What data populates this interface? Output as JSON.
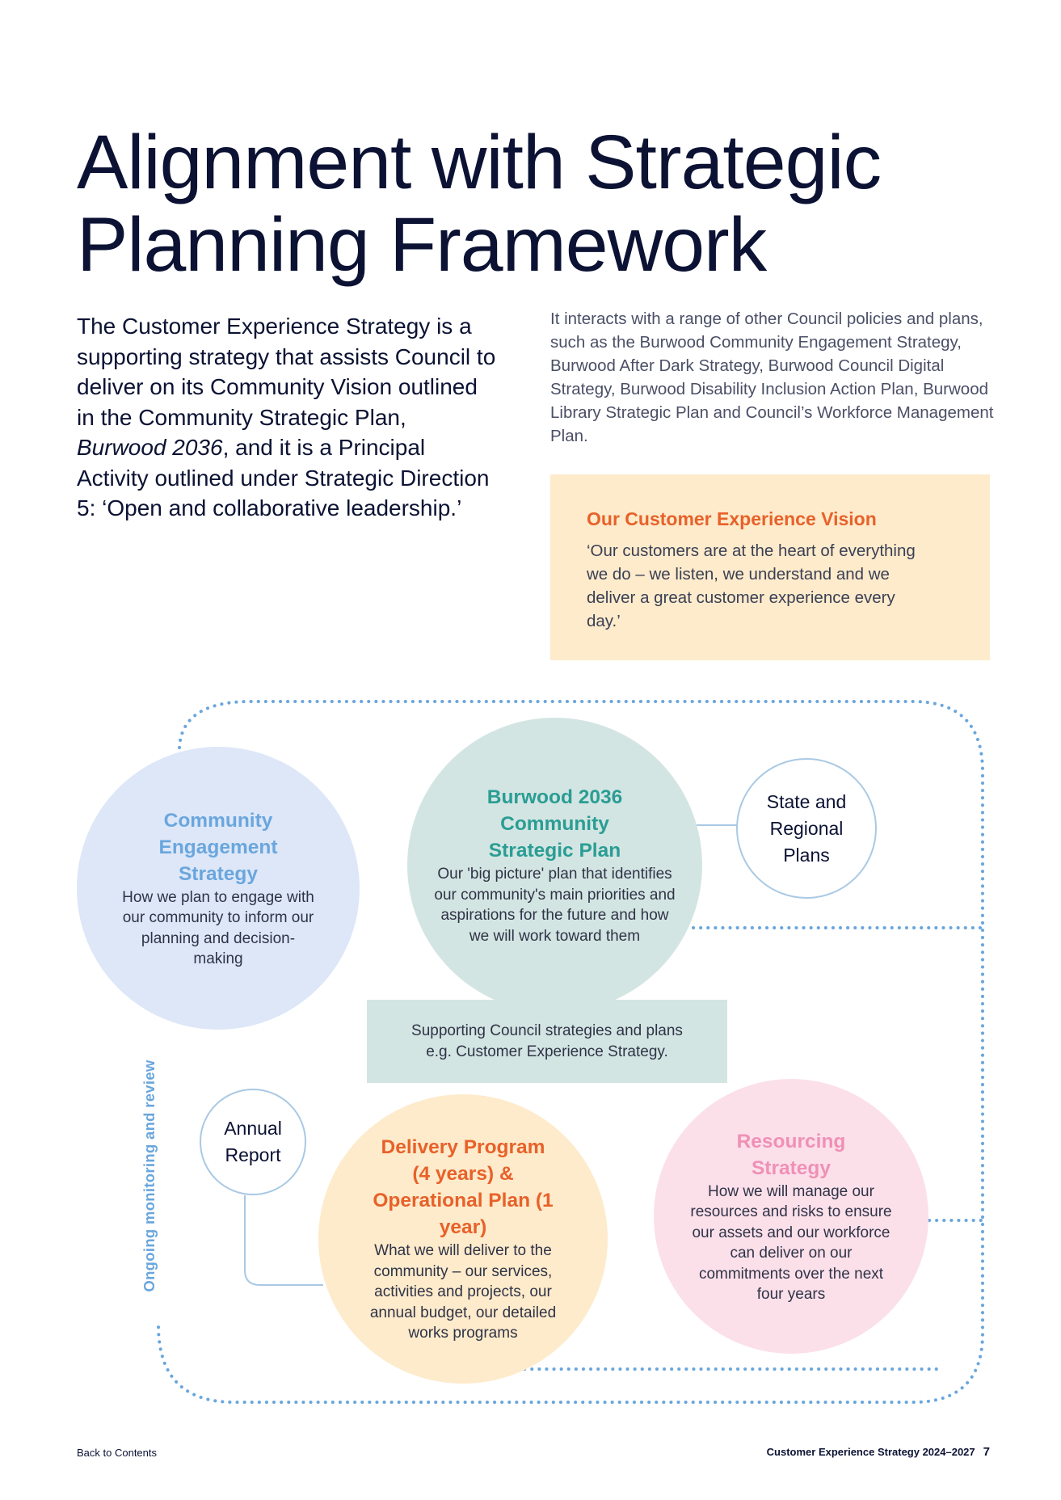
{
  "title": {
    "line1": "Alignment with Strategic",
    "line2": "Planning Framework"
  },
  "intro": {
    "before_italic": "The Customer Experience Strategy is a supporting strategy that assists Council to deliver on its Community Vision outlined in the Community Strategic Plan, ",
    "italic": "Burwood 2036",
    "after_italic": ", and it is a Principal Activity outlined under Strategic Direction 5: ‘Open and collaborative leadership.’"
  },
  "related_text": "It interacts with a range of other Council policies and plans, such as the Burwood Community Engagement Strategy, Burwood After Dark Strategy, Burwood Council Digital Strategy, Burwood Disability Inclusion Action Plan, Burwood Library Strategic Plan and Council’s Workforce Management Plan.",
  "vision": {
    "title": "Our Customer Experience Vision",
    "text": "‘Our customers are at the heart of everything we do – we listen, we understand and we deliver a great customer experience every day.’"
  },
  "diagram": {
    "engagement": {
      "title": "Community Engagement Strategy",
      "body": "How we plan to engage with our community to inform our planning and decision-making"
    },
    "csp": {
      "title": "Burwood 2036 Community Strategic Plan",
      "body": "Our 'big picture' plan that identifies our community's main priorities and aspirations for the future and how we will work toward them"
    },
    "state": {
      "label": "State and Regional Plans"
    },
    "supporting": {
      "line1": "Supporting Council strategies and plans",
      "line2": "e.g. Customer Experience Strategy."
    },
    "annual": {
      "label": "Annual Report"
    },
    "delivery": {
      "title": "Delivery Program (4 years) & Operational Plan (1 year)",
      "body": "What we will deliver to the community – our services, activities and projects, our annual budget, our detailed works programs"
    },
    "resourcing": {
      "title": "Resourcing Strategy",
      "body": "How we will manage our resources and risks to ensure our assets and our workforce can deliver on our commitments over the next four years"
    },
    "monitoring_label": "Ongoing monitoring and review"
  },
  "footer": {
    "back_link": "Back to Contents",
    "doc_title": "Customer Experience Strategy 2024–2027",
    "page_number": "7"
  },
  "colors": {
    "navy": "#0b1233",
    "orange": "#e8612a",
    "teal": "#2a9d94",
    "blue": "#6aa6dd",
    "pink": "#f090b5",
    "peach": "#fdebcb",
    "mint": "#d3e5e2",
    "lavender": "#dde7f8",
    "rose": "#fbe0ea"
  }
}
